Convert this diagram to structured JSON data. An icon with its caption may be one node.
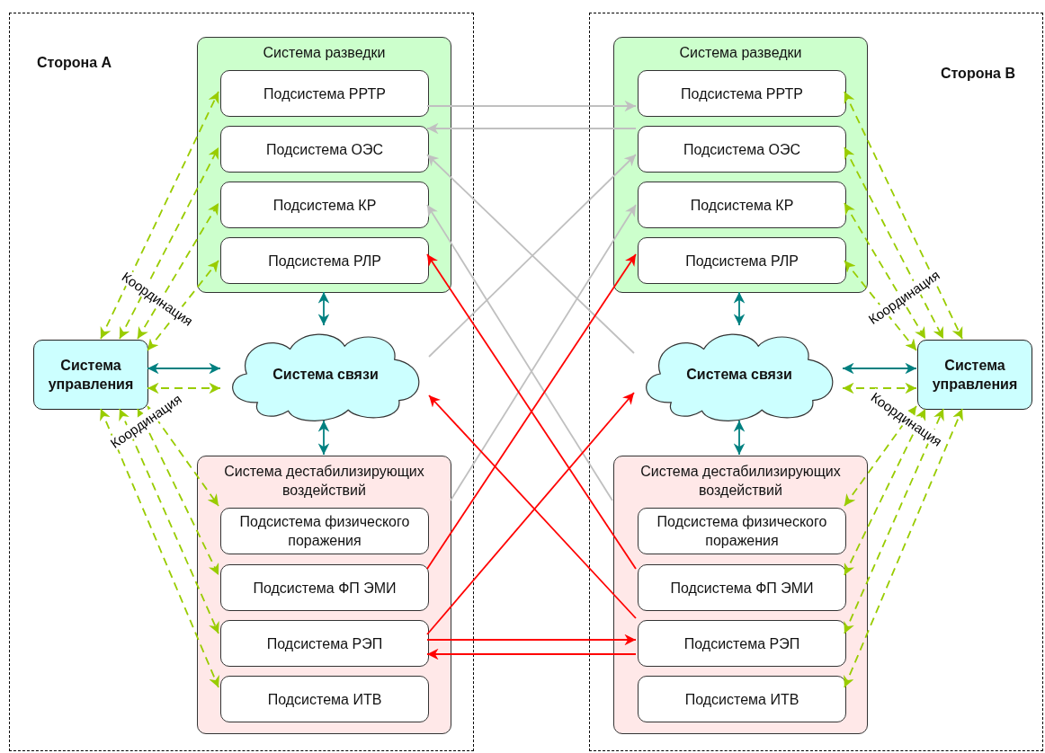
{
  "diagram": {
    "nodes": [
      {
        "text": [
          "Сторона А"
        ]
      },
      {
        "text": [
          "Система разведки"
        ],
        "in": 0
      },
      {
        "text": [
          "Подсистема РРТР"
        ],
        "in": 1
      },
      {
        "text": [
          "Подсистема ОЭС"
        ],
        "in": 1
      },
      {
        "text": [
          "Подсистема КР"
        ],
        "in": 1
      },
      {
        "text": [
          "Подсистема РЛР"
        ],
        "in": 1
      },
      {
        "text": [
          "Система управления"
        ],
        "in": 0
      },
      {
        "text": [
          "Система связи"
        ],
        "in": 0
      },
      {
        "text": [
          "Система дестабилизирующих воздействий"
        ],
        "in": 0
      },
      {
        "text": [
          "Подсистема физического поражения"
        ],
        "in": 8
      },
      {
        "text": [
          "Подсистема ФП ЭМИ"
        ],
        "in": 8
      },
      {
        "text": [
          "Подсистема РЭП"
        ],
        "in": 8
      },
      {
        "text": [
          "Подсистема ИТВ"
        ],
        "in": 8
      },
      {
        "text": [
          "Сторона В"
        ]
      },
      {
        "text": [
          "Система разведки"
        ],
        "in": 13
      },
      {
        "text": [
          "Подсистема РРТР"
        ],
        "in": 14
      },
      {
        "text": [
          "Подсистема ОЭС"
        ],
        "in": 14
      },
      {
        "text": [
          "Подсистема КР"
        ],
        "in": 14
      },
      {
        "text": [
          "Подсистема РЛР"
        ],
        "in": 14
      },
      {
        "text": [
          "Система управления"
        ],
        "in": 13
      },
      {
        "text": [
          "Система связи"
        ],
        "in": 13
      },
      {
        "text": [
          "Система дестабилизирующих воздействий"
        ],
        "in": 13
      },
      {
        "text": [
          "Подсистема физического поражения"
        ],
        "in": 21
      },
      {
        "text": [
          "Подсистема ФП ЭМИ"
        ],
        "in": 21
      },
      {
        "text": [
          "Подсистема РЭП"
        ],
        "in": 21
      },
      {
        "text": [
          "Подсистема ИТВ"
        ],
        "in": 21
      }
    ],
    "edges": [
      {
        "from": 6,
        "to": 2,
        "arrow": "both",
        "style": "dashed"
      },
      {
        "from": 6,
        "to": 3,
        "arrow": "both",
        "style": "dashed"
      },
      {
        "from": 6,
        "to": 4,
        "arrow": "both",
        "style": "dashed"
      },
      {
        "from": 6,
        "to": 5,
        "arrow": "both",
        "style": "dashed",
        "label": "Координация"
      },
      {
        "from": 6,
        "to": 7,
        "arrow": "both",
        "color": "#008080"
      },
      {
        "from": 6,
        "to": 7,
        "arrow": "both",
        "style": "dashed"
      },
      {
        "from": 6,
        "to": 9,
        "arrow": "both",
        "style": "dashed",
        "label": "Координация"
      },
      {
        "from": 6,
        "to": 10,
        "arrow": "both",
        "style": "dashed"
      },
      {
        "from": 6,
        "to": 11,
        "arrow": "both",
        "style": "dashed"
      },
      {
        "from": 6,
        "to": 12,
        "arrow": "both",
        "style": "dashed"
      },
      {
        "from": 1,
        "to": 7,
        "arrow": "both",
        "color": "#008080"
      },
      {
        "from": 7,
        "to": 8,
        "arrow": "both",
        "color": "#008080"
      },
      {
        "from": 15,
        "to": 19,
        "arrow": "both",
        "style": "dashed"
      },
      {
        "from": 16,
        "to": 19,
        "arrow": "both",
        "style": "dashed"
      },
      {
        "from": 17,
        "to": 19,
        "arrow": "both",
        "style": "dashed"
      },
      {
        "from": 18,
        "to": 19,
        "arrow": "both",
        "style": "dashed",
        "label": "Координация"
      },
      {
        "from": 20,
        "to": 19,
        "arrow": "both",
        "color": "#008080"
      },
      {
        "from": 20,
        "to": 19,
        "arrow": "both",
        "style": "dashed"
      },
      {
        "from": 22,
        "to": 19,
        "arrow": "both",
        "style": "dashed",
        "label": "Координация"
      },
      {
        "from": 23,
        "to": 19,
        "arrow": "both",
        "style": "dashed"
      },
      {
        "from": 24,
        "to": 19,
        "arrow": "both",
        "style": "dashed"
      },
      {
        "from": 25,
        "to": 19,
        "arrow": "both",
        "style": "dashed"
      },
      {
        "from": 14,
        "to": 20,
        "arrow": "both",
        "color": "#008080"
      },
      {
        "from": 20,
        "to": 21,
        "arrow": "both",
        "color": "#008080"
      },
      {
        "from": 2,
        "to": 15,
        "arrow": "to",
        "color": "#c0c0c0"
      },
      {
        "from": 16,
        "to": 3,
        "arrow": "to",
        "color": "#c0c0c0"
      },
      {
        "from": 20,
        "to": 3,
        "arrow": "to",
        "color": "#c0c0c0"
      },
      {
        "from": 7,
        "to": 16,
        "arrow": "to",
        "color": "#c0c0c0"
      },
      {
        "from": 21,
        "to": 4,
        "arrow": "to",
        "color": "#c0c0c0"
      },
      {
        "from": 8,
        "to": 17,
        "arrow": "to",
        "color": "#c0c0c0"
      },
      {
        "from": 23,
        "to": 5,
        "arrow": "to",
        "color": "#ff0000"
      },
      {
        "from": 10,
        "to": 18,
        "arrow": "to",
        "color": "#ff0000"
      },
      {
        "from": 24,
        "to": 7,
        "arrow": "to",
        "color": "#ff0000"
      },
      {
        "from": 11,
        "to": 20,
        "arrow": "to",
        "color": "#ff0000"
      },
      {
        "from": 11,
        "to": 24,
        "arrow": "to",
        "color": "#ff0000"
      },
      {
        "from": 24,
        "to": 11,
        "arrow": "to",
        "color": "#ff0000"
      }
    ]
  }
}
